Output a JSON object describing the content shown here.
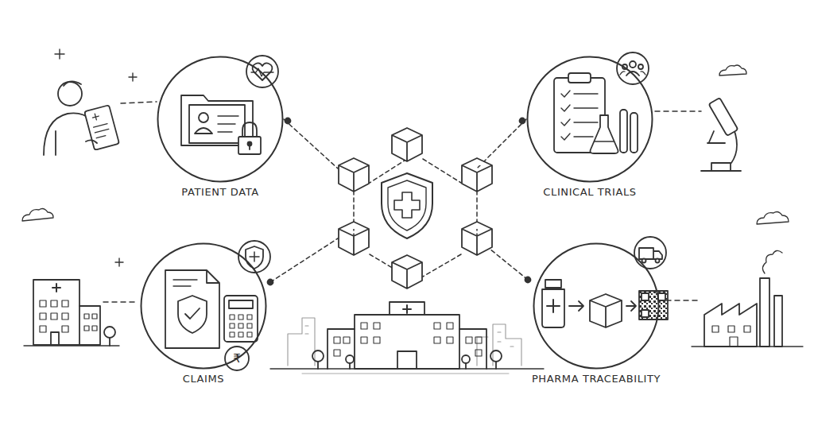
{
  "diagram": {
    "nodes": [
      {
        "text": [
          "PATIENT DATA"
        ]
      },
      {
        "text": [
          "CLINICAL TRIALS"
        ]
      },
      {
        "text": [
          "CLAIMS"
        ]
      },
      {
        "text": [
          "PHARMA TRACEABILITY"
        ]
      }
    ],
    "labels": [
      "₹"
    ]
  }
}
